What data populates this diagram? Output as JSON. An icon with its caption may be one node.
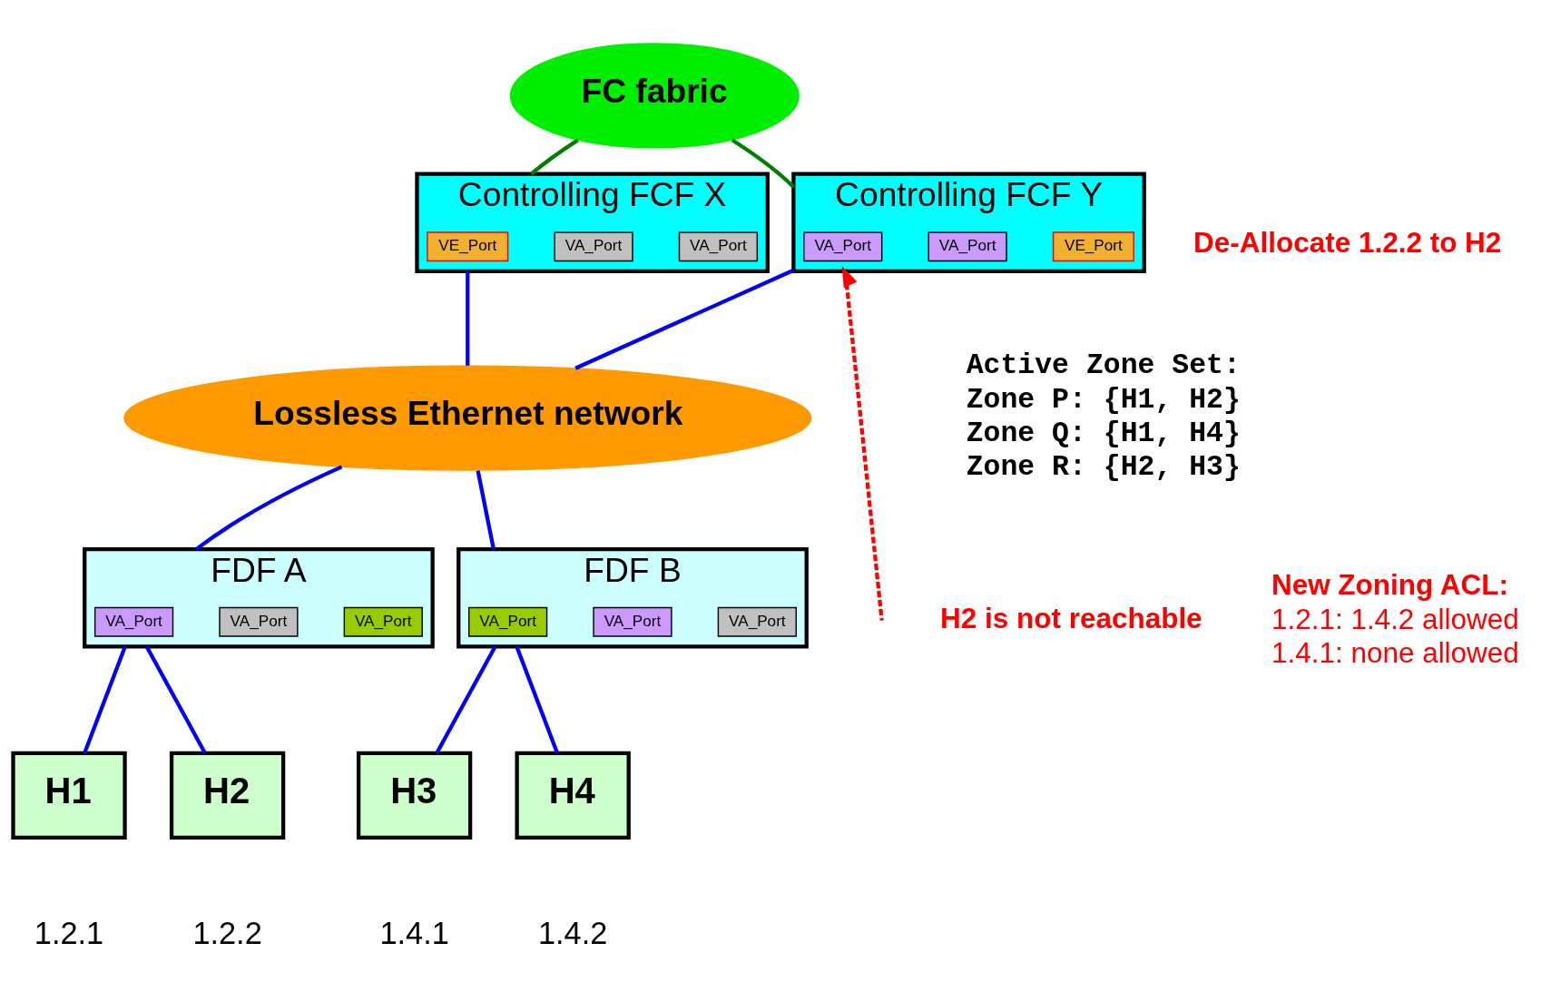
{
  "diagram": {
    "nodes": [
      {
        "text": [
          "Controlling FCF Y"
        ]
      },
      {
        "text": [
          "VA_Port"
        ],
        "in": 0
      },
      {
        "text": [
          "VA_Port"
        ],
        "in": 0
      },
      {
        "text": [
          "VE_Port"
        ],
        "in": 0
      },
      {
        "text": [
          "FC fabric"
        ]
      },
      {
        "text": [
          "Controlling FCF X"
        ]
      },
      {
        "text": [
          "VE_Port"
        ],
        "in": 5
      },
      {
        "text": [
          "VA_Port"
        ],
        "in": 5
      },
      {
        "text": [
          "VA_Port"
        ],
        "in": 5
      },
      {
        "text": [
          "Lossless Ethernet network"
        ]
      },
      {
        "text": [
          "FDF A"
        ]
      },
      {
        "text": [
          "VA_Port"
        ],
        "in": 10
      },
      {
        "text": [
          "VA_Port"
        ],
        "in": 10
      },
      {
        "text": [
          "VA_Port"
        ],
        "in": 10
      },
      {
        "text": [
          "FDF B"
        ]
      },
      {
        "text": [
          "VA_Port"
        ],
        "in": 14
      },
      {
        "text": [
          "VA_Port"
        ],
        "in": 14
      },
      {
        "text": [
          "VA_Port"
        ],
        "in": 14
      },
      {
        "text": [
          "H1"
        ],
        "beside": [
          "1.2.1"
        ]
      },
      {
        "text": [
          "H2"
        ],
        "beside": [
          "1.2.2"
        ]
      },
      {
        "text": [
          "H3"
        ],
        "beside": [
          "1.4.1"
        ]
      },
      {
        "text": [
          "H4"
        ],
        "beside": [
          "1.4.2"
        ]
      }
    ],
    "edges": [
      {
        "from": 4,
        "to": 0,
        "arrow": "none",
        "color": "#008000"
      },
      {
        "from": 4,
        "to": 5,
        "arrow": "none",
        "color": "#008000"
      },
      {
        "from": 0,
        "to": 9,
        "arrow": "none"
      },
      {
        "from": 5,
        "to": 9,
        "arrow": "none"
      },
      {
        "from": 9,
        "to": 10,
        "arrow": "none"
      },
      {
        "from": 9,
        "to": 14,
        "arrow": "none"
      },
      {
        "from": 10,
        "to": 18,
        "arrow": "none"
      },
      {
        "from": 10,
        "to": 19,
        "arrow": "none"
      },
      {
        "from": 14,
        "to": 20,
        "arrow": "none"
      },
      {
        "from": 14,
        "to": 21,
        "arrow": "none"
      },
      {
        "from": null,
        "to": 0,
        "arrow": "to",
        "style": "dashed",
        "color": "#ff0000"
      }
    ],
    "labels": [
      "De-Allocate 1.2.2 to H2",
      "Active Zone Set:",
      "Zone P: {H1, H2}",
      "Zone Q: {H1, H4}",
      "Zone R: {H2, H3}",
      "H2 is not reachable",
      "New Zoning ACL:",
      "1.2.1: 1.4.2 allowed",
      "1.4.1: none allowed"
    ]
  }
}
